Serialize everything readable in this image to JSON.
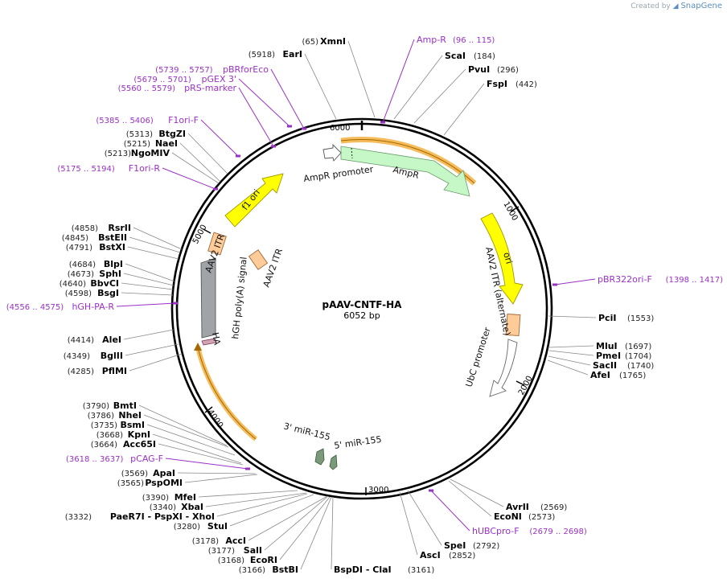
{
  "credit": {
    "prefix": "Created by",
    "brand": "SnapGene"
  },
  "plasmid": {
    "name": "pAAV-CNTF-HA",
    "length": "6052 bp"
  },
  "ticks": [
    "1000",
    "2000",
    "3000",
    "4000",
    "5000",
    "6000"
  ],
  "sites": [
    {
      "pos": "(65)",
      "name": "XmnI"
    },
    {
      "pos": "(184)",
      "name": "ScaI"
    },
    {
      "pos": "(296)",
      "name": "PvuI"
    },
    {
      "pos": "(442)",
      "name": "FspI"
    },
    {
      "pos": "(1553)",
      "name": "PciI"
    },
    {
      "pos": "(1697)",
      "name": "MluI"
    },
    {
      "pos": "(1704)",
      "name": "PmeI"
    },
    {
      "pos": "(1740)",
      "name": "SacII"
    },
    {
      "pos": "(1765)",
      "name": "AfeI"
    },
    {
      "pos": "(2569)",
      "name": "AvrII"
    },
    {
      "pos": "(2573)",
      "name": "EcoNI"
    },
    {
      "pos": "(2792)",
      "name": "SpeI"
    },
    {
      "pos": "(2852)",
      "name": "AscI"
    },
    {
      "pos": "(3161)",
      "name": "BspDI - ClaI"
    },
    {
      "pos": "(3166)",
      "name": "BstBI"
    },
    {
      "pos": "(3168)",
      "name": "EcoRI"
    },
    {
      "pos": "(3177)",
      "name": "SalI"
    },
    {
      "pos": "(3178)",
      "name": "AccI"
    },
    {
      "pos": "(3280)",
      "name": "StuI"
    },
    {
      "pos": "(3332)",
      "name": "PaeR7I - PspXI - XhoI"
    },
    {
      "pos": "(3340)",
      "name": "XbaI"
    },
    {
      "pos": "(3390)",
      "name": "MfeI"
    },
    {
      "pos": "(3565)",
      "name": "PspOMI"
    },
    {
      "pos": "(3569)",
      "name": "ApaI"
    },
    {
      "pos": "(3664)",
      "name": "Acc65I"
    },
    {
      "pos": "(3668)",
      "name": "KpnI"
    },
    {
      "pos": "(3735)",
      "name": "BsmI"
    },
    {
      "pos": "(3786)",
      "name": "NheI"
    },
    {
      "pos": "(3790)",
      "name": "BmtI"
    },
    {
      "pos": "(4285)",
      "name": "PflMI"
    },
    {
      "pos": "(4349)",
      "name": "BglII"
    },
    {
      "pos": "(4414)",
      "name": "AleI"
    },
    {
      "pos": "(4598)",
      "name": "BsgI"
    },
    {
      "pos": "(4640)",
      "name": "BbvCI"
    },
    {
      "pos": "(4673)",
      "name": "SphI"
    },
    {
      "pos": "(4684)",
      "name": "BlpI"
    },
    {
      "pos": "(4791)",
      "name": "BstXI"
    },
    {
      "pos": "(4845)",
      "name": "BstEII"
    },
    {
      "pos": "(4858)",
      "name": "RsrII"
    },
    {
      "pos": "(5213)",
      "name": "NgoMIV"
    },
    {
      "pos": "(5215)",
      "name": "NaeI"
    },
    {
      "pos": "(5313)",
      "name": "BtgZI"
    },
    {
      "pos": "(5918)",
      "name": "EarI"
    }
  ],
  "primers": [
    {
      "name": "Amp-R",
      "pos": "(96 .. 115)"
    },
    {
      "name": "pBR322ori-F",
      "pos": "(1398 .. 1417)"
    },
    {
      "name": "hUBCpro-F",
      "pos": "(2679 .. 2698)"
    },
    {
      "name": "pCAG-F",
      "pos": "(3618 .. 3637)"
    },
    {
      "name": "hGH-PA-R",
      "pos": "(4556 .. 4575)"
    },
    {
      "name": "F1ori-R",
      "pos": "(5175 .. 5194)"
    },
    {
      "name": "F1ori-F",
      "pos": "(5385 .. 5406)"
    },
    {
      "name": "pRS-marker",
      "pos": "(5560 .. 5579)"
    },
    {
      "name": "pGEX 3'",
      "pos": "(5679 .. 5701)"
    },
    {
      "name": "pBRforEco",
      "pos": "(5739 .. 5757)"
    }
  ],
  "features": {
    "ampr_promoter": "AmpR promoter",
    "ampr": "AmpR",
    "ori": "ori",
    "aav2_itr_alt": "AAV2 ITR (alternate)",
    "ubc_promoter": "UbC promoter",
    "mir155_3": "3' miR-155",
    "mir155_5": "5' miR-155",
    "ha": "HA",
    "hgh_polya": "hGH poly(A) signal",
    "aav2_itr_left": "AAV2 ITR",
    "aav2_itr_inner": "AAV2 ITR",
    "f1_ori": "f1 ori"
  },
  "colors": {
    "primer": "#9b30c8",
    "ampr": "#c6f7c6",
    "ori": "#ffff00",
    "f1_ori": "#ffff00",
    "itr": "#ffcc99",
    "polya": "#a0a4a8",
    "mir": "#7a9a7a",
    "ha": "#d4a4b4",
    "orf_highlight": "#f5b040"
  }
}
